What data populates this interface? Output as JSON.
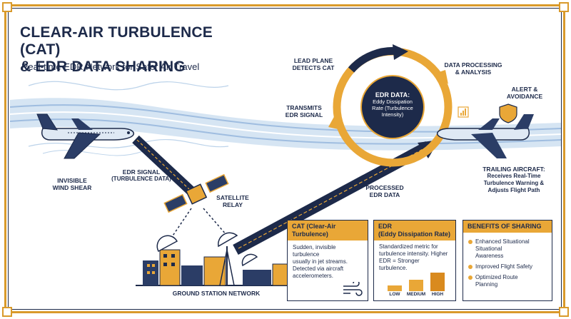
{
  "title_line1": "CLEAR-AIR TURBULENCE (CAT)",
  "title_line2": "& EDR DATA SHARING",
  "subtitle": "Real-time EDR Network for Safer Air Travel",
  "labels": {
    "lead_plane": [
      "LEAD PLANE",
      "DETECTS CAT"
    ],
    "data_processing": [
      "DATA PROCESSING",
      "& ANALYSIS"
    ],
    "transmits": [
      "TRANSMITS",
      "EDR SIGNAL"
    ],
    "alert": [
      "ALERT &",
      "AVOIDANCE"
    ],
    "edr_signal": "EDR SIGNAL",
    "edr_signal_sub": "(TURBULENCE DATA)",
    "wind_shear": [
      "INVISIBLE",
      "WIND SHEAR"
    ],
    "satellite": [
      "SATELLITE",
      "RELAY"
    ],
    "processed": [
      "PROCESSED",
      "EDR DATA"
    ],
    "trailing_title": "TRAILING AIRCRAFT:",
    "trailing_sub": [
      "Receives Real-Time",
      "Turbulence Warning &",
      "Adjusts Flight Path"
    ],
    "ground": "GROUND STATION NETWORK"
  },
  "center": {
    "title": "EDR DATA:",
    "body": [
      "Eddy Dissipation",
      "Rate (Turbulence",
      "Intensity)"
    ]
  },
  "cards": {
    "cat": {
      "head": "CAT (Clear-Air Turbulence)",
      "body": [
        "Sudden, invisible turbulence",
        "usually in jet streams.",
        "Detected via aircraft",
        "accelerometers."
      ]
    },
    "edr": {
      "head_line1": "EDR",
      "head_line2": "(Eddy Dissipation Rate)",
      "body": [
        "Standardized metric for",
        "turbulence intensity. Higher",
        "EDR = Stronger",
        "turbulence."
      ],
      "bar_labels": [
        "LOW",
        "MEDIUM",
        "HIGH"
      ],
      "bar_levels": [
        0.3,
        0.6,
        1.0
      ]
    },
    "benefits": {
      "head": "BENEFITS OF SHARING",
      "items": [
        [
          "Enhanced Situational",
          "Situational",
          "Awareness"
        ],
        [
          "Improved Flight Safety"
        ],
        [
          "Optimized Route",
          "Planning"
        ]
      ]
    }
  },
  "colors": {
    "navy": "#1d2a4a",
    "gold": "#e9a737",
    "sky": "#bcd3ea"
  }
}
